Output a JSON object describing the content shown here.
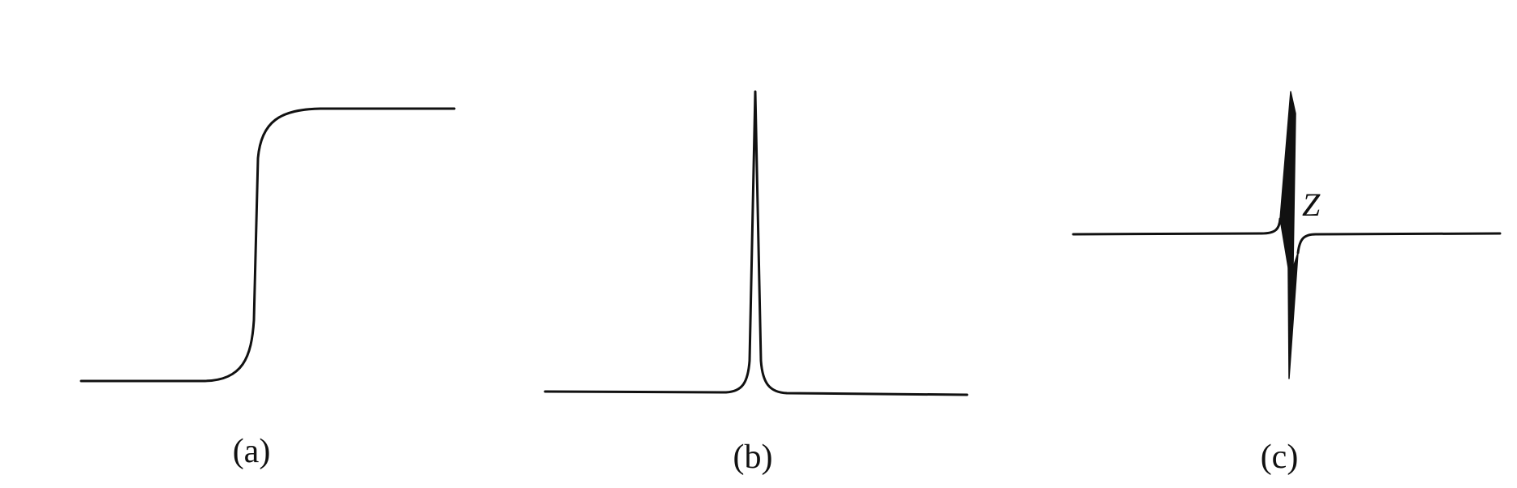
{
  "figure": {
    "panels": [
      {
        "id": "a",
        "caption": "(a)",
        "shape": "step"
      },
      {
        "id": "b",
        "caption": "(b)",
        "shape": "peak"
      },
      {
        "id": "c",
        "caption": "(c)",
        "shape": "dispersion"
      }
    ],
    "zero_crossing_label": "Z",
    "line_color": "#111111",
    "background_color": "#ffffff"
  }
}
